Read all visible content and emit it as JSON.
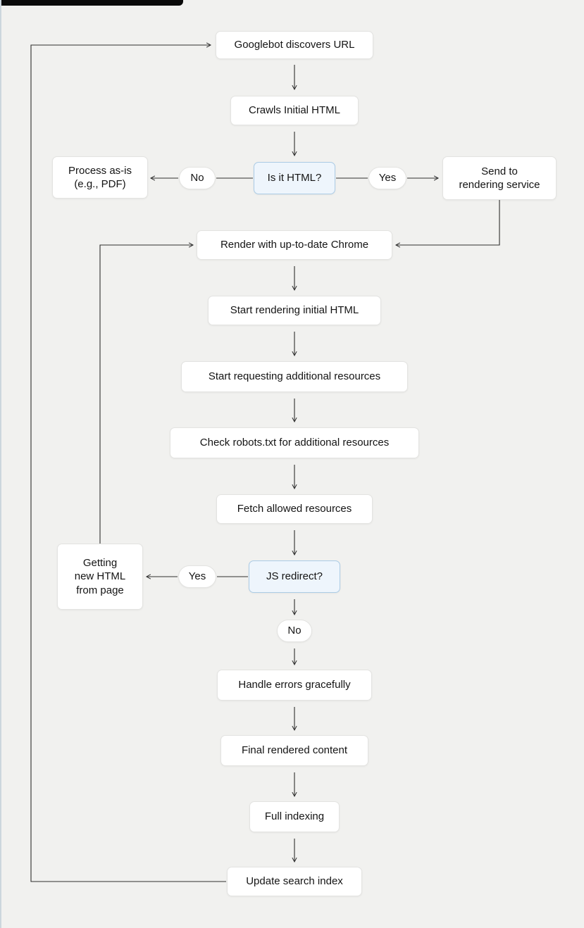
{
  "diagram": {
    "nodes": {
      "discover": "Googlebot discovers URL",
      "crawl": "Crawls Initial HTML",
      "is_html": "Is it HTML?",
      "process_as_is": "Process as-is\n(e.g., PDF)",
      "send_to_rendering": "Send to\nrendering service",
      "render_chrome": "Render with up-to-date Chrome",
      "start_rendering": "Start rendering initial HTML",
      "start_requesting": "Start requesting additional resources",
      "check_robots": "Check robots.txt for additional resources",
      "fetch_allowed": "Fetch allowed resources",
      "js_redirect": "JS redirect?",
      "getting_new_html": "Getting\nnew HTML\nfrom page",
      "handle_errors": "Handle errors gracefully",
      "final_rendered": "Final rendered content",
      "full_indexing": "Full indexing",
      "update_index": "Update search index"
    },
    "edge_labels": {
      "is_html_no": "No",
      "is_html_yes": "Yes",
      "js_redirect_yes": "Yes",
      "js_redirect_no": "No"
    },
    "colors": {
      "background": "#f1f1ef",
      "node_fill": "#ffffff",
      "node_border": "#e3e3e1",
      "decision_fill": "#eef5fc",
      "decision_border": "#abcbe5",
      "connector": "#2e2e2e",
      "text": "#141414"
    }
  }
}
